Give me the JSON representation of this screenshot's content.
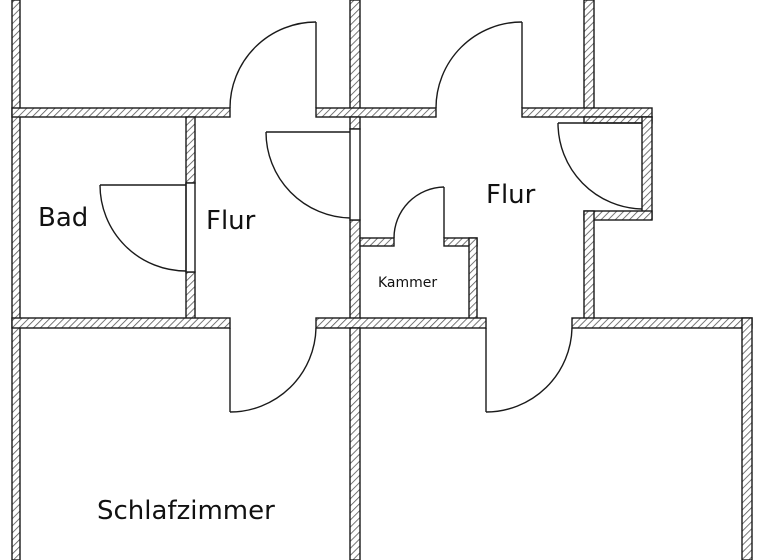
{
  "plan": {
    "rooms": [
      {
        "id": "bad",
        "label": "Bad"
      },
      {
        "id": "flur-left",
        "label": "Flur"
      },
      {
        "id": "flur-right",
        "label": "Flur"
      },
      {
        "id": "kammer",
        "label": "Kammer"
      },
      {
        "id": "schlafzimmer",
        "label": "Schlafzimmer"
      }
    ],
    "colors": {
      "wall_outline": "#1a1a1a",
      "hatch": "#555555",
      "background": "#ffffff"
    }
  }
}
